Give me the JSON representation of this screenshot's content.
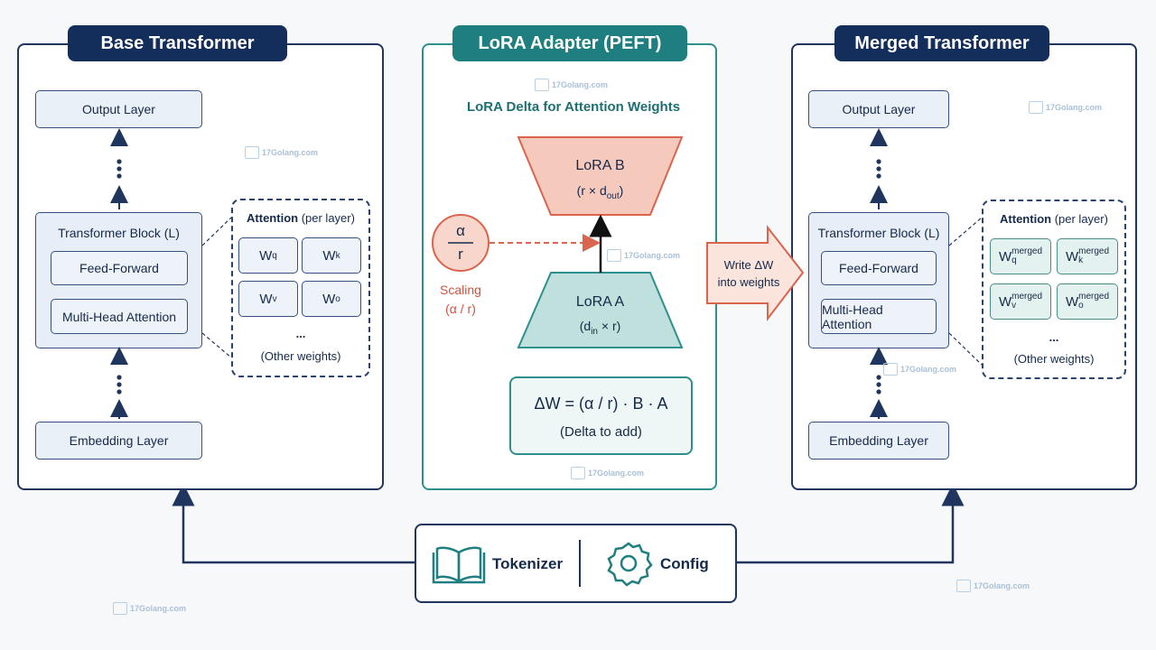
{
  "base": {
    "title": "Base Transformer",
    "output_layer": "Output Layer",
    "block_title": "Transformer Block (L)",
    "feed_forward": "Feed-Forward",
    "mha": "Multi-Head Attention",
    "embedding": "Embedding Layer",
    "attention_title": "Attention",
    "attention_sub": "(per layer)",
    "weights": [
      "W",
      "W",
      "W",
      "W"
    ],
    "weight_subs": [
      "q",
      "k",
      "v",
      "o"
    ],
    "ellipsis": "...",
    "other_weights": "(Other weights)"
  },
  "lora": {
    "title": "LoRA Adapter (PEFT)",
    "subtitle": "LoRA Delta for Attention Weights",
    "b_title": "LoRA B",
    "b_dim_pre": "(r × d",
    "b_dim_sub": "out",
    "b_dim_post": ")",
    "a_title": "LoRA A",
    "a_dim_pre": "(d",
    "a_dim_sub": "in",
    "a_dim_post": " × r)",
    "alpha": "α",
    "r": "r",
    "scaling": "Scaling",
    "scaling_formula": "(α / r)",
    "delta_formula": "ΔW = (α / r) · B · A",
    "delta_note": "(Delta to add)"
  },
  "arrow": {
    "line1": "Write ΔW",
    "line2": "into weights"
  },
  "merged": {
    "title": "Merged Transformer",
    "output_layer": "Output Layer",
    "block_title": "Transformer Block (L)",
    "feed_forward": "Feed-Forward",
    "mha": "Multi-Head Attention",
    "embedding": "Embedding Layer",
    "attention_title": "Attention",
    "attention_sub": "(per layer)",
    "weights": [
      "W",
      "W",
      "W",
      "W"
    ],
    "weight_subs": [
      "q",
      "k",
      "v",
      "o"
    ],
    "weight_sup": "merged",
    "ellipsis": "...",
    "other_weights": "(Other weights)"
  },
  "bottom": {
    "tokenizer": "Tokenizer",
    "config": "Config"
  },
  "watermark": "17Golang.com",
  "icons": [
    "book-icon",
    "gear-icon"
  ],
  "colors": {
    "navy": "#142e5c",
    "teal": "#1f7f80",
    "salmon": "#f6c9bd",
    "red": "#d9654f",
    "mint": "#bfe0dc"
  }
}
